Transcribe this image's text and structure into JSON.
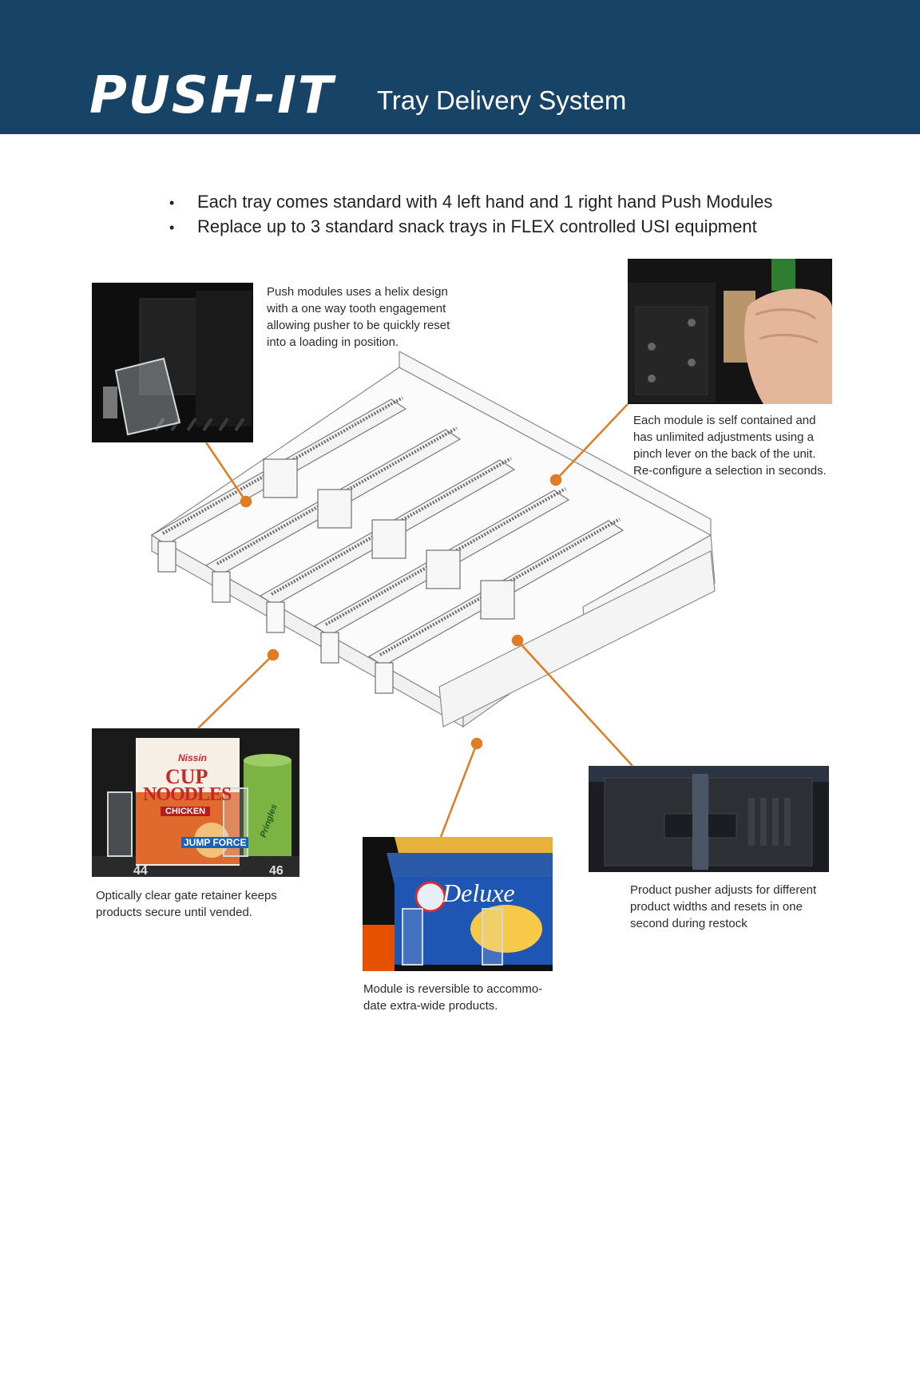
{
  "header": {
    "brand": "PUSH-IT",
    "subtitle": "Tray Delivery System"
  },
  "bullets": [
    "Each tray comes standard with 4 left hand and 1 right hand Push Modules",
    "Replace up to 3 standard snack trays in FLEX controlled USI equipment"
  ],
  "callouts": {
    "helix": [
      "Push modules uses a helix design",
      "with a one way tooth engagement",
      "allowing pusher to be quickly reset",
      "into a loading in position."
    ],
    "module": [
      "Each module is self contained and",
      "has unlimited adjustments using a",
      "pinch lever on the back of the unit.",
      "Re-configure a selection in seconds."
    ],
    "gate": [
      "Optically clear gate retainer keeps",
      "products secure until vended."
    ],
    "reversible": [
      "Module is reversible to accommo-",
      "date extra-wide products."
    ],
    "pusher": [
      "Product pusher adjusts for different",
      "product widths and resets in one",
      "second during restock"
    ]
  },
  "product_labels": {
    "noodles_brand": "Nissin",
    "noodles_line1": "CUP",
    "noodles_line2": "NOODLES",
    "noodles_flavor": "CHICKEN",
    "noodles_promo": "JUMP FORCE",
    "chips": "Pringles",
    "mac_brand": "Deluxe",
    "slot_left": "44",
    "slot_right": "46"
  },
  "colors": {
    "header_bg": "#174466",
    "leader": "#e07d24"
  }
}
